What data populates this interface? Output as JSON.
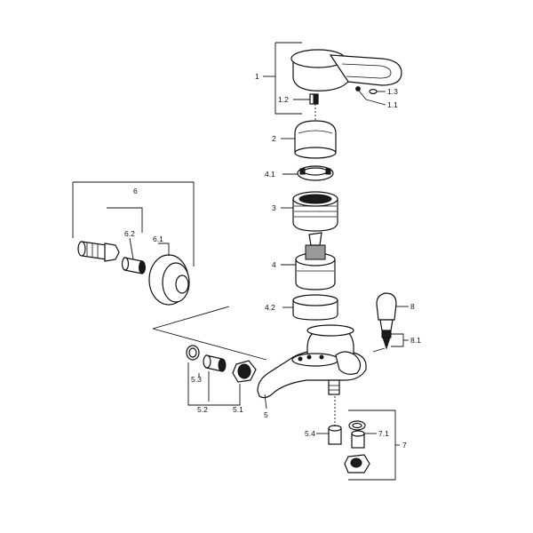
{
  "diagram": {
    "labels": {
      "p1": "1",
      "p1_1": "1.1",
      "p1_2": "1.2",
      "p1_3": "1.3",
      "p2": "2",
      "p3": "3",
      "p4": "4",
      "p4_1": "4.1",
      "p4_2": "4.2",
      "p5": "5",
      "p5_1": "5.1",
      "p5_2": "5.2",
      "p5_3": "5.3",
      "p5_4": "5.4",
      "p6": "6",
      "p6_1": "6.1",
      "p6_2": "6.2",
      "p7": "7",
      "p7_1": "7.1",
      "p8": "8",
      "p8_1": "8.1"
    }
  }
}
